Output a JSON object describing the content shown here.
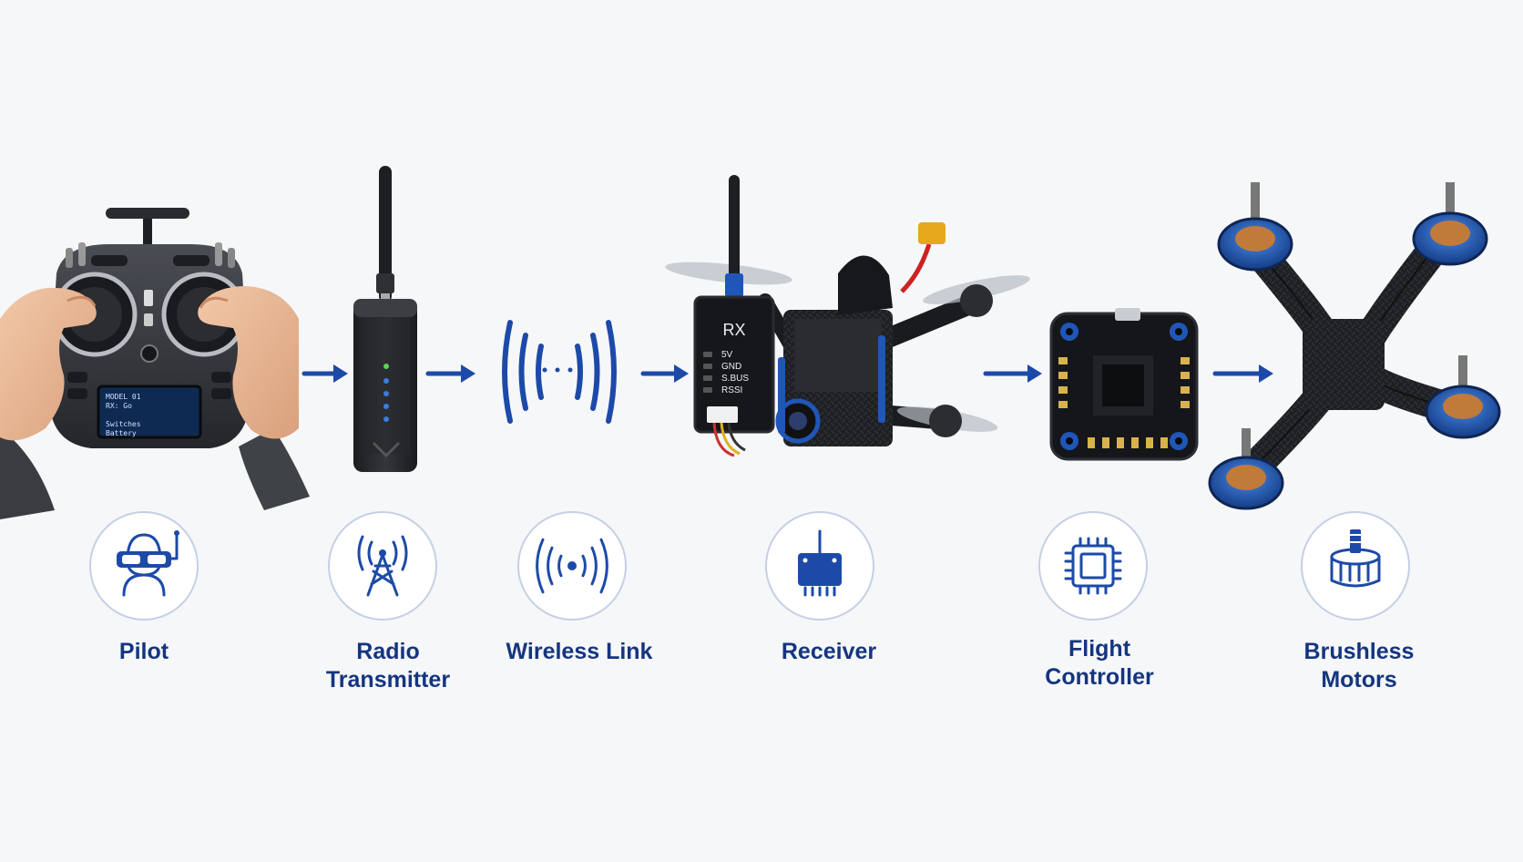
{
  "colors": {
    "accent": "#1d4aa8",
    "label": "#15357f",
    "background": "#f6f7f9",
    "hardware_dark": "#2a2c30",
    "anodized_blue": "#1f56b8",
    "pcb_black": "#15161a",
    "pad_gold": "#d8b24a"
  },
  "stages": [
    {
      "id": "pilot",
      "icon": "pilot-fpv-goggles-icon",
      "label_lines": [
        "Pilot"
      ]
    },
    {
      "id": "radio-transmitter",
      "icon": "radio-tower-icon",
      "label_lines": [
        "Radio",
        "Transmitter"
      ]
    },
    {
      "id": "wireless-link",
      "icon": "wireless-signal-icon",
      "label_lines": [
        "Wireless Link"
      ]
    },
    {
      "id": "receiver",
      "icon": "receiver-module-icon",
      "label_lines": [
        "Receiver"
      ]
    },
    {
      "id": "flight-controller",
      "icon": "microchip-icon",
      "label_lines": [
        "Flight",
        "Controller"
      ]
    },
    {
      "id": "brushless-motors",
      "icon": "brushless-motor-icon",
      "label_lines": [
        "Brushless",
        "Motors"
      ]
    }
  ],
  "hardware": {
    "controller_screen_lines": [
      "MODEL 01",
      "RX: Go",
      "",
      "Switches",
      "Battery"
    ],
    "receiver_title": "RX",
    "receiver_pins": [
      "5V",
      "GND",
      "S.BUS",
      "RSSI"
    ]
  }
}
